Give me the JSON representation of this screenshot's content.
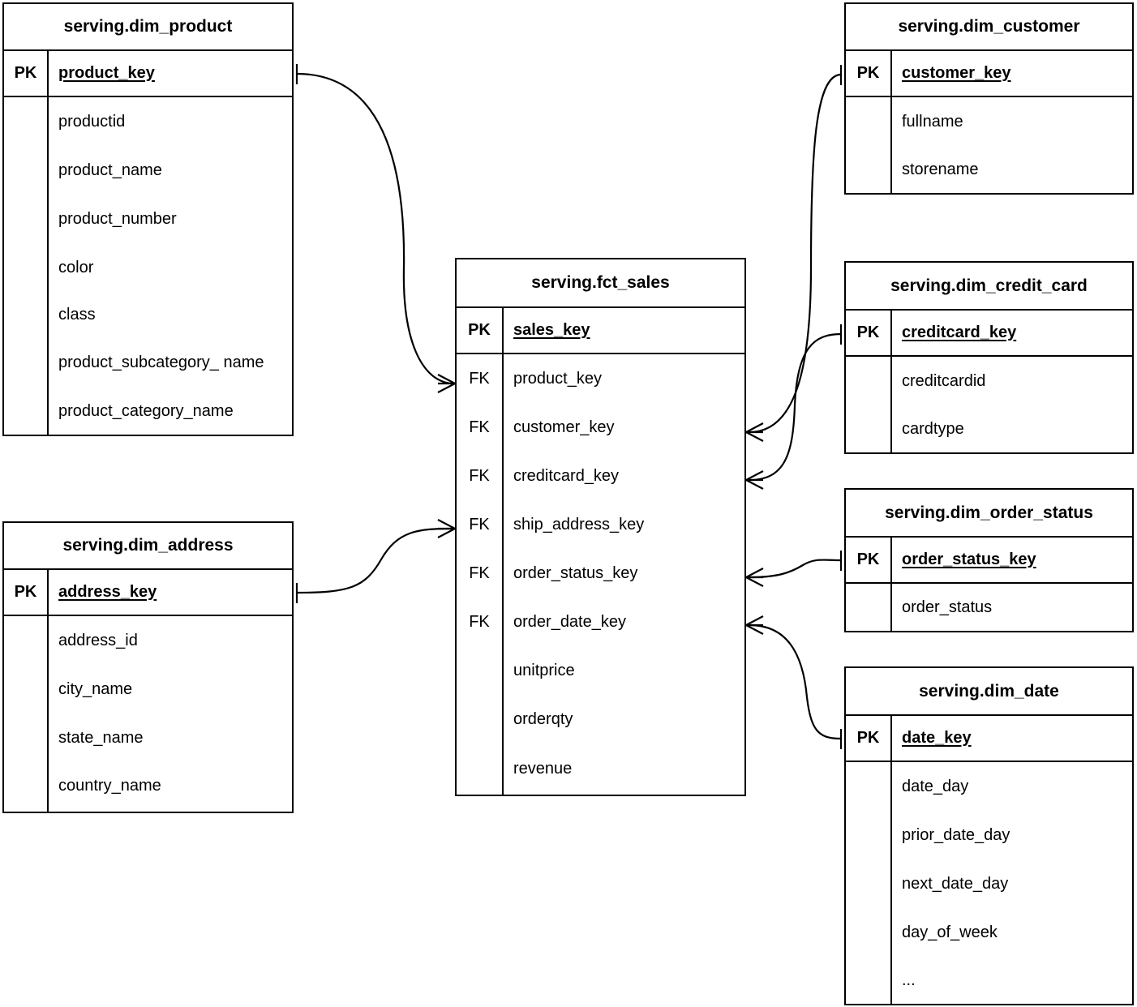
{
  "diagram": {
    "title": "Dimensional model ER diagram",
    "notation": "crow-foot",
    "background_color": "#ffffff",
    "line_color": "#000000",
    "pk_marker_label": "PK",
    "fk_marker_label": "FK"
  },
  "tables": {
    "dim_product": {
      "name": "serving.dim_product",
      "pk_label": "PK",
      "pk_field": "product_key",
      "fields": [
        "productid",
        "product_name",
        "product_number",
        "color",
        "class",
        "product_subcategory_\nname",
        "product_category_name"
      ]
    },
    "dim_customer": {
      "name": "serving.dim_customer",
      "pk_label": "PK",
      "pk_field": "customer_key",
      "fields": [
        "fullname",
        "storename"
      ]
    },
    "fct_sales": {
      "name": "serving.fct_sales",
      "pk_label": "PK",
      "pk_field": "sales_key",
      "fk_label": "FK",
      "fk_fields": [
        "product_key",
        "customer_key",
        "creditcard_key",
        "ship_address_key",
        "order_status_key",
        "order_date_key"
      ],
      "measure_fields": [
        "unitprice",
        "orderqty",
        "revenue"
      ]
    },
    "dim_credit_card": {
      "name": "serving.dim_credit_card",
      "pk_label": "PK",
      "pk_field": "creditcard_key",
      "fields": [
        "creditcardid",
        "cardtype"
      ]
    },
    "dim_order_status": {
      "name": "serving.dim_order_status",
      "pk_label": "PK",
      "pk_field": "order_status_key",
      "fields": [
        "order_status"
      ]
    },
    "dim_address": {
      "name": "serving.dim_address",
      "pk_label": "PK",
      "pk_field": "address_key",
      "fields": [
        "address_id",
        "city_name",
        "state_name",
        "country_name"
      ]
    },
    "dim_date": {
      "name": "serving.dim_date",
      "pk_label": "PK",
      "pk_field": "date_key",
      "fields": [
        "date_day",
        "prior_date_day",
        "next_date_day",
        "day_of_week",
        "..."
      ]
    }
  },
  "relationships": [
    {
      "from_table": "serving.dim_product",
      "from_field": "product_key",
      "to_table": "serving.fct_sales",
      "to_field": "product_key",
      "from_cardinality": "one",
      "to_cardinality": "many"
    },
    {
      "from_table": "serving.dim_address",
      "from_field": "address_key",
      "to_table": "serving.fct_sales",
      "to_field": "ship_address_key",
      "from_cardinality": "one",
      "to_cardinality": "many"
    },
    {
      "from_table": "serving.dim_customer",
      "from_field": "customer_key",
      "to_table": "serving.fct_sales",
      "to_field": "customer_key",
      "from_cardinality": "one",
      "to_cardinality": "many"
    },
    {
      "from_table": "serving.dim_credit_card",
      "from_field": "creditcard_key",
      "to_table": "serving.fct_sales",
      "to_field": "creditcard_key",
      "from_cardinality": "one",
      "to_cardinality": "many"
    },
    {
      "from_table": "serving.dim_order_status",
      "from_field": "order_status_key",
      "to_table": "serving.fct_sales",
      "to_field": "order_status_key",
      "from_cardinality": "one",
      "to_cardinality": "many"
    },
    {
      "from_table": "serving.dim_date",
      "from_field": "date_key",
      "to_table": "serving.fct_sales",
      "to_field": "order_date_key",
      "from_cardinality": "one",
      "to_cardinality": "many"
    }
  ]
}
